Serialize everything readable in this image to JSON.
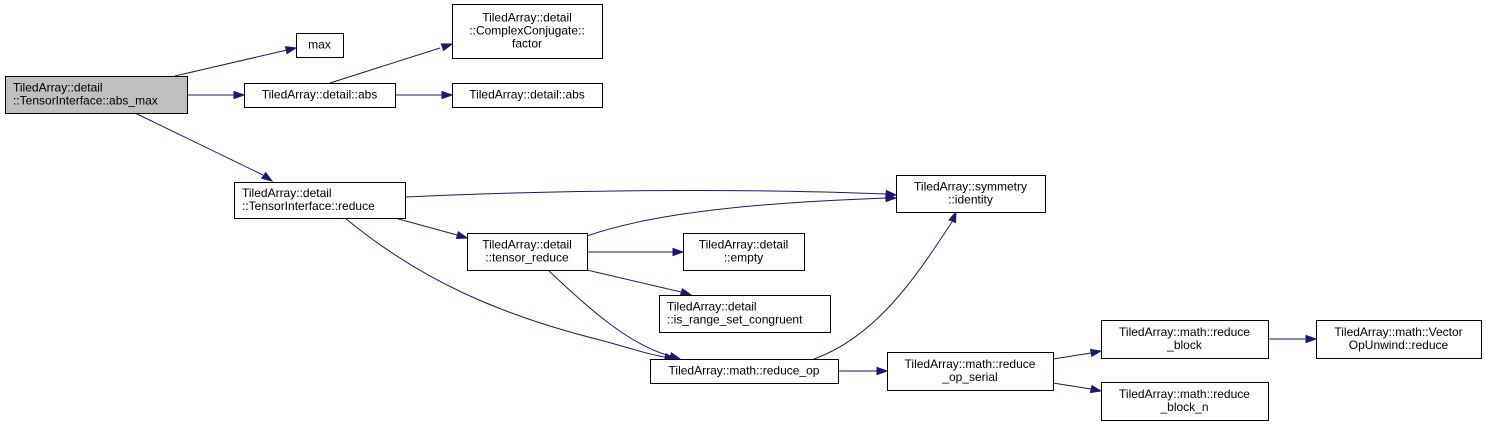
{
  "diagram": {
    "type": "call-graph",
    "colors": {
      "edge": "#191970",
      "root_fill": "#bfbfbf",
      "node_fill": "#ffffff",
      "border": "#000000"
    },
    "nodes": [
      {
        "id": "abs_max",
        "lines": [
          "TiledArray::detail",
          "::TensorInterface::abs_max"
        ],
        "root": true
      },
      {
        "id": "max",
        "lines": [
          "max"
        ]
      },
      {
        "id": "detail_abs",
        "lines": [
          "TiledArray::detail::abs"
        ]
      },
      {
        "id": "cc_factor",
        "lines": [
          "TiledArray::detail",
          "::ComplexConjugate::",
          "factor"
        ]
      },
      {
        "id": "detail_abs2",
        "lines": [
          "TiledArray::detail::abs"
        ]
      },
      {
        "id": "ti_reduce",
        "lines": [
          "TiledArray::detail",
          "::TensorInterface::reduce"
        ]
      },
      {
        "id": "sym_identity",
        "lines": [
          "TiledArray::symmetry",
          "::identity"
        ]
      },
      {
        "id": "tensor_reduce",
        "lines": [
          "TiledArray::detail",
          "::tensor_reduce"
        ]
      },
      {
        "id": "empty",
        "lines": [
          "TiledArray::detail",
          "::empty"
        ]
      },
      {
        "id": "is_range_set_congruent",
        "lines": [
          "TiledArray::detail",
          "::is_range_set_congruent"
        ]
      },
      {
        "id": "reduce_op",
        "lines": [
          "TiledArray::math::reduce_op"
        ]
      },
      {
        "id": "reduce_op_serial",
        "lines": [
          "TiledArray::math::reduce",
          "_op_serial"
        ]
      },
      {
        "id": "reduce_block",
        "lines": [
          "TiledArray::math::reduce",
          "_block"
        ]
      },
      {
        "id": "vector_op_unwind_reduce",
        "lines": [
          "TiledArray::math::Vector",
          "OpUnwind::reduce"
        ]
      },
      {
        "id": "reduce_block_n",
        "lines": [
          "TiledArray::math::reduce",
          "_block_n"
        ]
      }
    ],
    "edges": [
      {
        "from": "abs_max",
        "to": "max"
      },
      {
        "from": "abs_max",
        "to": "detail_abs"
      },
      {
        "from": "abs_max",
        "to": "ti_reduce"
      },
      {
        "from": "detail_abs",
        "to": "cc_factor"
      },
      {
        "from": "detail_abs",
        "to": "detail_abs2"
      },
      {
        "from": "ti_reduce",
        "to": "sym_identity"
      },
      {
        "from": "ti_reduce",
        "to": "tensor_reduce"
      },
      {
        "from": "ti_reduce",
        "to": "reduce_op"
      },
      {
        "from": "tensor_reduce",
        "to": "sym_identity"
      },
      {
        "from": "tensor_reduce",
        "to": "empty"
      },
      {
        "from": "tensor_reduce",
        "to": "is_range_set_congruent"
      },
      {
        "from": "tensor_reduce",
        "to": "reduce_op"
      },
      {
        "from": "reduce_op",
        "to": "sym_identity"
      },
      {
        "from": "reduce_op",
        "to": "reduce_op_serial"
      },
      {
        "from": "reduce_op_serial",
        "to": "reduce_block"
      },
      {
        "from": "reduce_op_serial",
        "to": "reduce_block_n"
      },
      {
        "from": "reduce_block",
        "to": "vector_op_unwind_reduce"
      }
    ]
  }
}
